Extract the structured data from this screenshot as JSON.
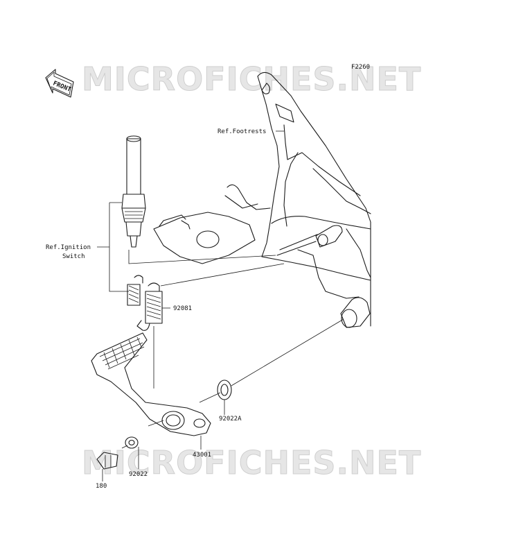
{
  "diagram_code": "F2260",
  "watermark_text": "MICROFICHES.NET",
  "front_arrow_label": "FRONT",
  "labels": {
    "ref_footrests": "Ref.Footrests",
    "ref_ignition_line1": "Ref.Ignition",
    "ref_ignition_line2": "Switch",
    "spring": "92081",
    "washer_large": "92022A",
    "pedal": "43001",
    "washer_small": "92022",
    "bolt": "180"
  },
  "colors": {
    "line": "#1a1a1a",
    "watermark_fill": "#e6e6e6",
    "watermark_stroke": "#cfcfcf",
    "background": "#ffffff"
  }
}
